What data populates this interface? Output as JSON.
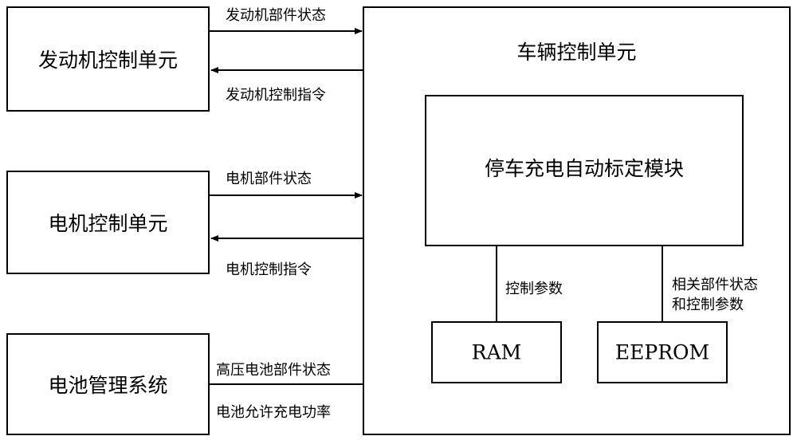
{
  "engine_unit": {
    "label": "发动机控制单元"
  },
  "motor_unit": {
    "label": "电机控制单元"
  },
  "battery_unit": {
    "label": "电池管理系统"
  },
  "vehicle_unit": {
    "label": "车辆控制单元"
  },
  "parking_module": {
    "label": "停车充电自动标定模块"
  },
  "ram": {
    "label": "RAM"
  },
  "eeprom": {
    "label": "EEPROM"
  },
  "links": {
    "engine_status": "发动机部件状态",
    "engine_command": "发动机控制指令",
    "motor_status": "电机部件状态",
    "motor_command": "电机控制指令",
    "battery_status": "高压电池部件状态",
    "battery_power": "电池允许充电功率",
    "ram_link": "控制参数",
    "eeprom_link_line1": "相关部件状态",
    "eeprom_link_line2": "和控制参数"
  }
}
